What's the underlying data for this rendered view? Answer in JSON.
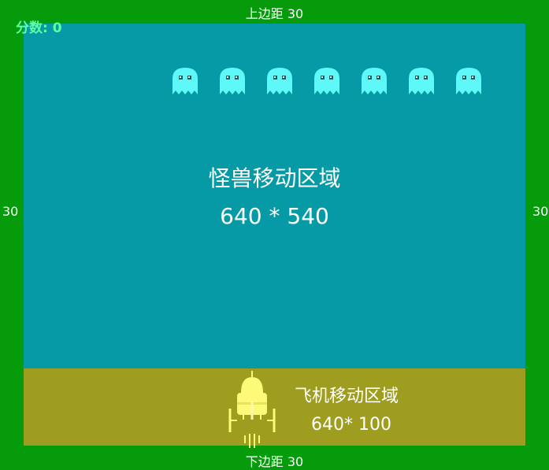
{
  "score": {
    "text": "分数: 0"
  },
  "margins": {
    "top": "上边距 30",
    "bottom": "下边距 30",
    "left": "30",
    "right": "30"
  },
  "monster_zone": {
    "title": "怪兽移动区域",
    "size": "640 * 540",
    "color": "#059aa5"
  },
  "plane_zone": {
    "title": "飞机移动区域",
    "size": "640* 100",
    "color": "#9e9d20"
  },
  "monsters": {
    "count": 7,
    "icon": "ghost-icon",
    "color": "#5ff8f8"
  },
  "player": {
    "icon": "spaceship-icon",
    "color": "#fdfa79"
  },
  "colors": {
    "border": "#059b0b",
    "score": "#5ffca8"
  }
}
